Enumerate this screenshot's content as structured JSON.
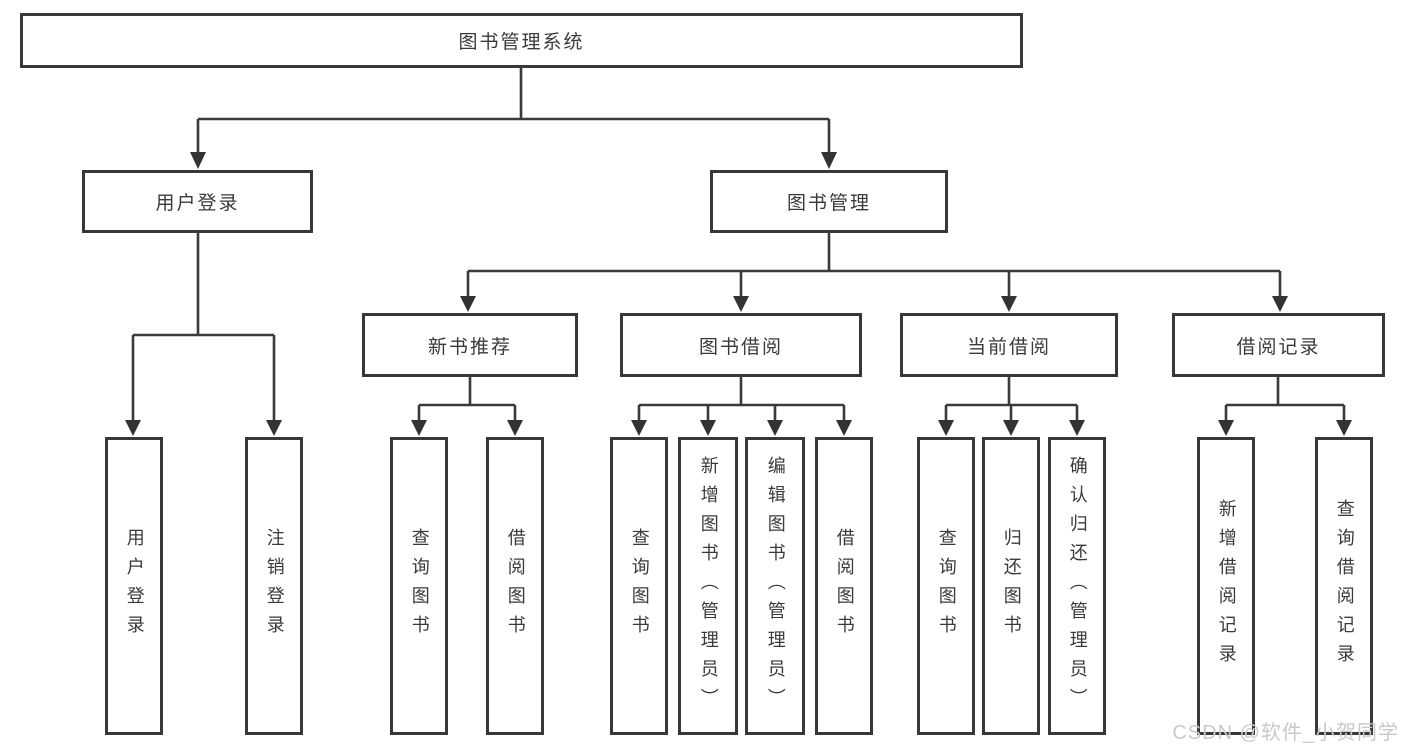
{
  "diagram": {
    "root": "图书管理系统",
    "branches": [
      {
        "label": "用户登录",
        "leaves": [
          "用户登录",
          "注销登录"
        ]
      },
      {
        "label": "图书管理",
        "groups": [
          {
            "label": "新书推荐",
            "leaves": [
              "查询图书",
              "借阅图书"
            ]
          },
          {
            "label": "图书借阅",
            "leaves": [
              "查询图书",
              "新增图书（管理员）",
              "编辑图书（管理员）",
              "借阅图书"
            ]
          },
          {
            "label": "当前借阅",
            "leaves": [
              "查询图书",
              "归还图书",
              "确认归还（管理员）"
            ]
          },
          {
            "label": "借阅记录",
            "leaves": [
              "新增借阅记录",
              "查询借阅记录"
            ]
          }
        ]
      }
    ]
  },
  "watermark": "CSDN @软件_小贺同学",
  "colors": {
    "line": "#3a3a3a",
    "text": "#3a3a3a",
    "box_background": "#ffffff",
    "watermark": "#c9c9c9",
    "background": "#ffffff"
  }
}
